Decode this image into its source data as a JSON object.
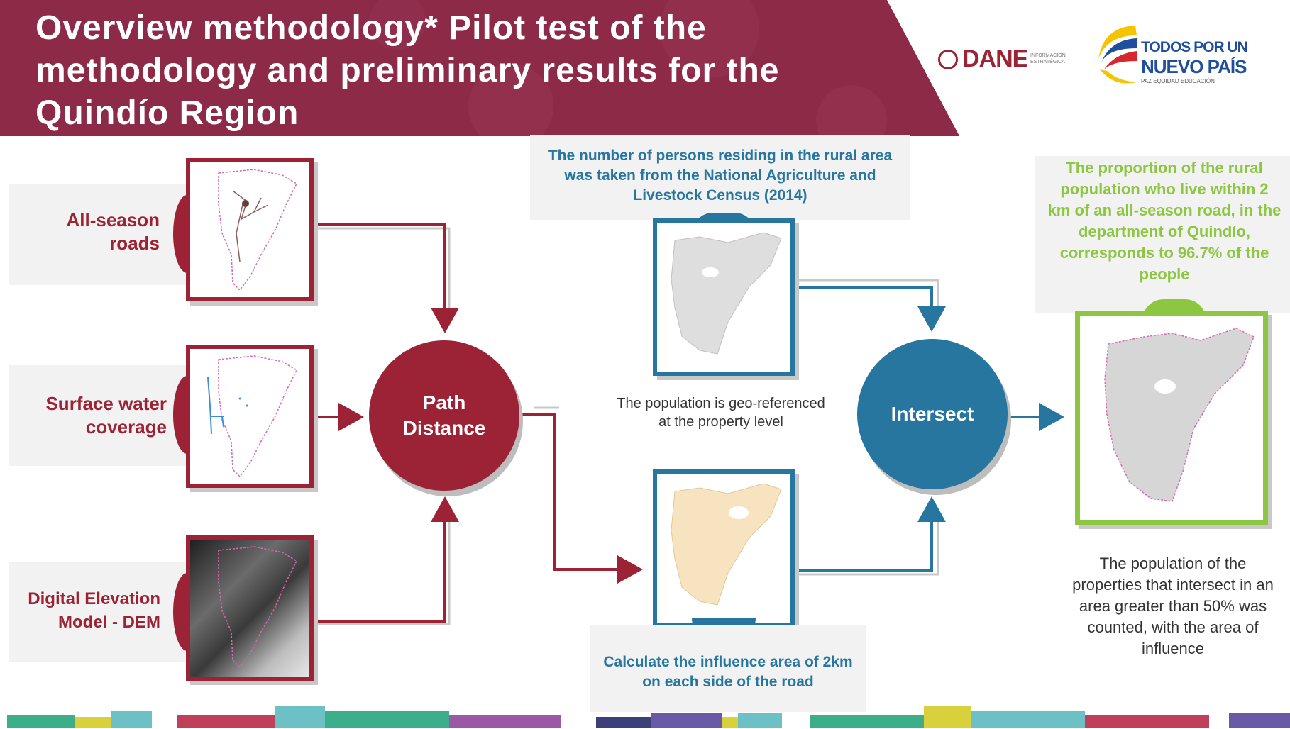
{
  "header": {
    "title": "Overview methodology* Pilot test of the methodology and preliminary results for the Quindío Region",
    "logos": {
      "dane": "DANE",
      "dane_sub": "INFORMACIÓN ESTRATÉGICA",
      "gov_line1": "TODOS POR UN",
      "gov_line2": "NUEVO PAÍS",
      "gov_tagline": "PAZ  EQUIDAD  EDUCACIÓN"
    }
  },
  "inputs": {
    "roads": "All-season roads",
    "water": "Surface water coverage",
    "dem": "Digital Elevation Model - DEM"
  },
  "process": {
    "path_distance": "Path Distance",
    "intersect": "Intersect"
  },
  "notes": {
    "census": "The number of persons residing in the rural area was taken from the National Agriculture and Livestock Census (2014)",
    "georef": "The population is geo-referenced at the property level",
    "influence": "Calculate the influence area of 2km on each side of the road",
    "result": "The proportion of the rural population who live within 2 km of an all-season road, in the department of Quindío, corresponds to 96.7% of the people",
    "counted": "The population of the properties that intersect in an area greater than 50% was counted, with the area of influence"
  },
  "colors": {
    "maroon": "#8c2a48",
    "red": "#9b2335",
    "blue": "#2676a0",
    "green": "#8dc641",
    "gray_box": "#f2f2f2"
  }
}
